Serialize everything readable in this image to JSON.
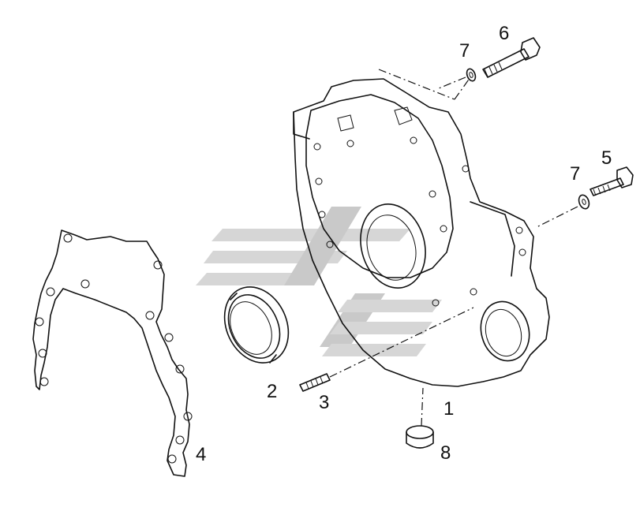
{
  "diagram": {
    "callouts": [
      {
        "id": "callout-1",
        "text": "1"
      },
      {
        "id": "callout-2",
        "text": "2"
      },
      {
        "id": "callout-3",
        "text": "3"
      },
      {
        "id": "callout-4",
        "text": "4"
      },
      {
        "id": "callout-5",
        "text": "5"
      },
      {
        "id": "callout-6",
        "text": "6"
      },
      {
        "id": "callout-7a",
        "text": "7"
      },
      {
        "id": "callout-7b",
        "text": "7"
      },
      {
        "id": "callout-8",
        "text": "8"
      }
    ],
    "colors": {
      "line": "#111111",
      "watermark": "#d6d6d6",
      "background": "#ffffff"
    }
  }
}
